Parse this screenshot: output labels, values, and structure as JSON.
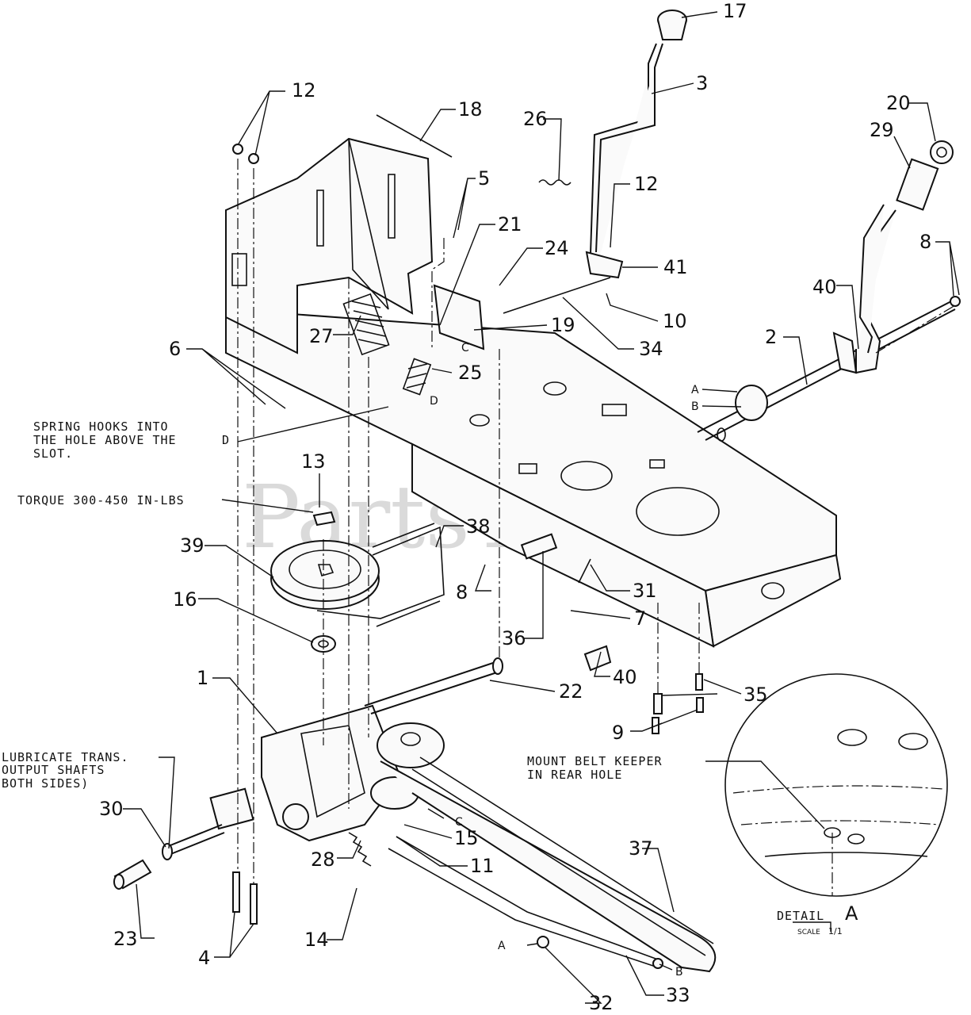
{
  "watermark": "PartsTree",
  "notes": {
    "spring_hooks": [
      "SPRING HOOKS INTO",
      "THE HOLE ABOVE THE",
      "SLOT."
    ],
    "spring_hooks_ref": "D",
    "torque": "TORQUE 300-450 IN-LBS",
    "lubricate": [
      "LUBRICATE TRANS.",
      "OUTPUT SHAFTS",
      "BOTH SIDES)"
    ],
    "belt_keeper": [
      "MOUNT BELT KEEPER",
      "IN REAR HOLE"
    ]
  },
  "detail": {
    "label": "DETAIL",
    "letter": "A",
    "scale_label": "SCALE",
    "scale_value": "1/1"
  },
  "ref_letters": {
    "a_shaft": "A",
    "b_shaft": "B",
    "c_upper": "C",
    "d_upper": "D",
    "c_lower": "C",
    "a_lower": "A",
    "b_lower": "B"
  },
  "callouts": {
    "c1": "1",
    "c2": "2",
    "c3": "3",
    "c4": "4",
    "c5": "5",
    "c6": "6",
    "c7": "7",
    "c8a": "8",
    "c8b": "8",
    "c9": "9",
    "c10": "10",
    "c11": "11",
    "c12a": "12",
    "c12b": "12",
    "c13": "13",
    "c14": "14",
    "c15": "15",
    "c16": "16",
    "c17": "17",
    "c18": "18",
    "c19": "19",
    "c20": "20",
    "c21": "21",
    "c22": "22",
    "c23": "23",
    "c24": "24",
    "c25": "25",
    "c26": "26",
    "c27": "27",
    "c28": "28",
    "c29": "29",
    "c30": "30",
    "c31": "31",
    "c32": "32",
    "c33": "33",
    "c34": "34",
    "c35": "35",
    "c36": "36",
    "c37": "37",
    "c38": "38",
    "c39": "39",
    "c40a": "40",
    "c40b": "40",
    "c41": "41"
  }
}
